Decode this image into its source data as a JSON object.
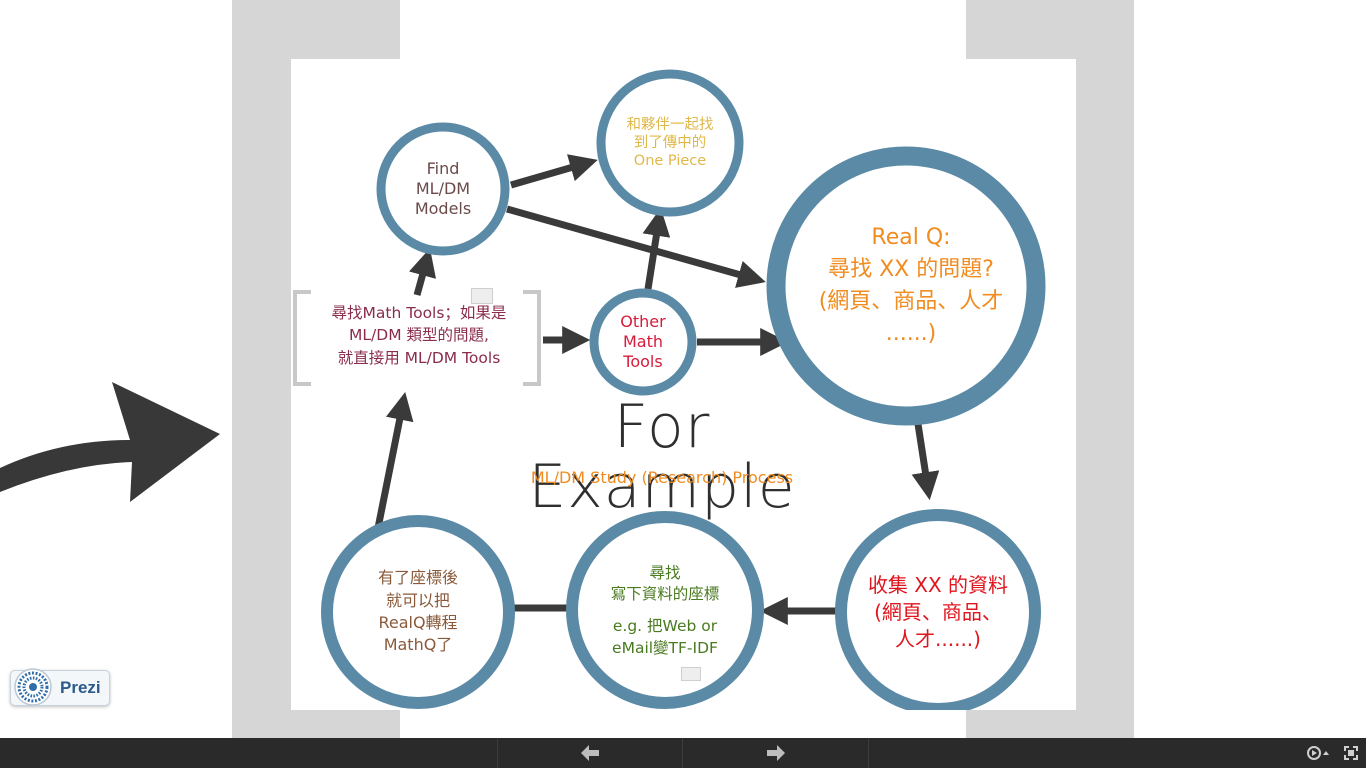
{
  "slide": {
    "title": "For Example",
    "subtitle": "ML/DM Study (Research) Process"
  },
  "nodes": {
    "find_models": {
      "lines": [
        "Find",
        "ML/DM",
        "Models"
      ],
      "color": "#6b4a4a"
    },
    "one_piece": {
      "lines": [
        "和夥伴一起找",
        "到了傳中的",
        "One Piece"
      ],
      "color": "#e0b84a"
    },
    "real_q": {
      "lines": [
        "Real Q:",
        "尋找 XX 的問題?",
        "(網頁、商品、人才",
        "......)"
      ],
      "color": "#f08c20"
    },
    "other_tools": {
      "lines": [
        "Other",
        "Math",
        "Tools"
      ],
      "color": "#d81b3a"
    },
    "collect_data": {
      "lines": [
        "收集 XX 的資料",
        "(網頁、商品、",
        "人才......)"
      ],
      "color": "#e0161e"
    },
    "find_coords": {
      "lines": [
        "尋找",
        "寫下資料的座標",
        "",
        "e.g. 把Web or",
        "eMail變TF-IDF"
      ],
      "color": "#4a7a20"
    },
    "convert": {
      "lines": [
        "有了座標後",
        "就可以把",
        "RealQ轉程",
        "MathQ了"
      ],
      "color": "#8a5a3a"
    }
  },
  "bracket_text": [
    "尋找Math Tools；如果是",
    "ML/DM 類型的問題,",
    "就直接用 ML/DM Tools"
  ],
  "colors": {
    "circle_ring": "#5a8aa6",
    "circle_ring_dark": "#3f6f8e",
    "arrow": "#3a3a3a",
    "bottom_bar": "#2a2a2a"
  },
  "badge": {
    "label": "Prezi",
    "icon": "prezi-logo-icon"
  },
  "controls": {
    "prev_icon": "arrow-left-icon",
    "next_icon": "arrow-right-icon",
    "autoplay_icon": "autoplay-icon",
    "fullscreen_icon": "fullscreen-icon"
  }
}
